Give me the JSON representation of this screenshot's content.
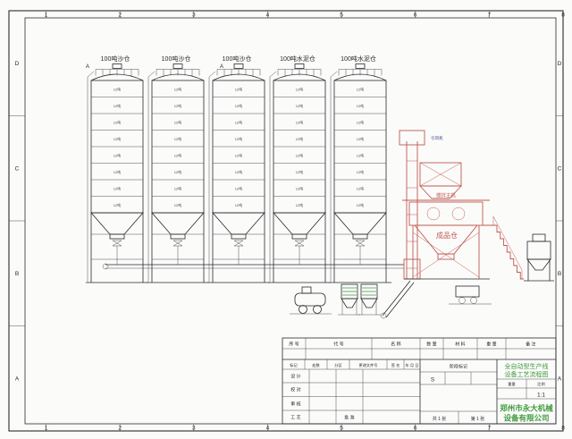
{
  "frame": {
    "top_numbers": [
      "1",
      "2",
      "3",
      "4",
      "5",
      "6",
      "7",
      "8"
    ],
    "bottom_numbers": [
      "1",
      "2",
      "3",
      "4",
      "5",
      "6",
      "7",
      "8"
    ],
    "left_letters": [
      "D",
      "C",
      "B",
      "A"
    ],
    "right_letters": [
      "D",
      "C",
      "B",
      "A"
    ]
  },
  "drawing": {
    "silos": [
      {
        "label": "100吨沙仓"
      },
      {
        "label": "100吨沙仓"
      },
      {
        "label": "100吨沙仓"
      },
      {
        "label": "100吨水泥仓"
      },
      {
        "label": "100吨水泥仓"
      }
    ],
    "segment_label": "12吨",
    "callouts": [
      "A",
      "A"
    ],
    "mixer": {
      "fan_label": "引风机",
      "mixer_label": "搅拌主机",
      "product_bin_label": "成品仓"
    }
  },
  "title_block": {
    "parts_header": [
      "序 号",
      "代 号",
      "名 称",
      "数 量",
      "材 料",
      "重 量",
      "备 注"
    ],
    "revision_header": [
      "标记",
      "处数",
      "分区",
      "更改文件号",
      "签 名",
      "年 月 日"
    ],
    "sign_rows": [
      "设 计",
      "校 对",
      "审 核",
      "工 艺"
    ],
    "approve_label": "批 准",
    "stage_label": "阶段标记",
    "stage_value": "S",
    "weight_label": "重量",
    "scale_label": "比例",
    "scale_value": "1:1",
    "sheet_total": "共 1 张",
    "sheet_no": "第 1 张",
    "product_name_1": "全自动型生产线",
    "product_name_2": "设备工艺流程图",
    "company_1": "郑州市永大机械",
    "company_2": "设备有限公司"
  }
}
